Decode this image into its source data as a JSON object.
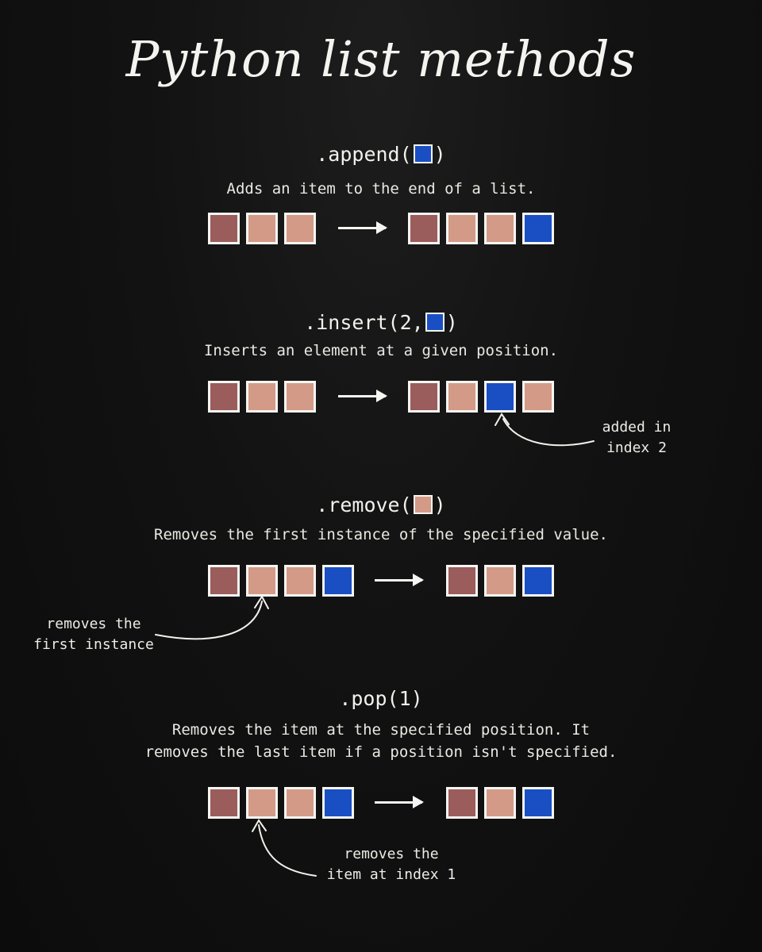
{
  "title": "Python list methods",
  "colors": {
    "dark": "#9b5c5c",
    "light": "#d49a88",
    "blue": "#1a4fc4",
    "background": "#0f0f0f"
  },
  "sections": [
    {
      "method_prefix": ".append(",
      "method_icon": "blue",
      "method_suffix": ")",
      "description": "Adds an item to the end of a list.",
      "before": [
        "dark",
        "light",
        "light"
      ],
      "after": [
        "dark",
        "light",
        "light",
        "blue"
      ],
      "note": ""
    },
    {
      "method_prefix": ".insert(2,",
      "method_icon": "blue",
      "method_suffix": ")",
      "description": "Inserts an element at a given position.",
      "before": [
        "dark",
        "light",
        "light"
      ],
      "after": [
        "dark",
        "light",
        "blue",
        "light"
      ],
      "note_line1": "added in",
      "note_line2": "index 2"
    },
    {
      "method_prefix": ".remove(",
      "method_icon": "light",
      "method_suffix": ")",
      "description": "Removes the first instance of the specified value.",
      "before": [
        "dark",
        "light",
        "light",
        "blue"
      ],
      "after": [
        "dark",
        "light",
        "blue"
      ],
      "note_line1": "removes the",
      "note_line2": "first instance"
    },
    {
      "method_prefix": ".pop(1)",
      "method_icon": "",
      "method_suffix": "",
      "description_line1": "Removes the item at the specified position. It",
      "description_line2": "removes the last item if a position isn't specified.",
      "before": [
        "dark",
        "light",
        "light",
        "blue"
      ],
      "after": [
        "dark",
        "light",
        "blue"
      ],
      "note_line1": "removes the",
      "note_line2": "item at index 1"
    }
  ]
}
